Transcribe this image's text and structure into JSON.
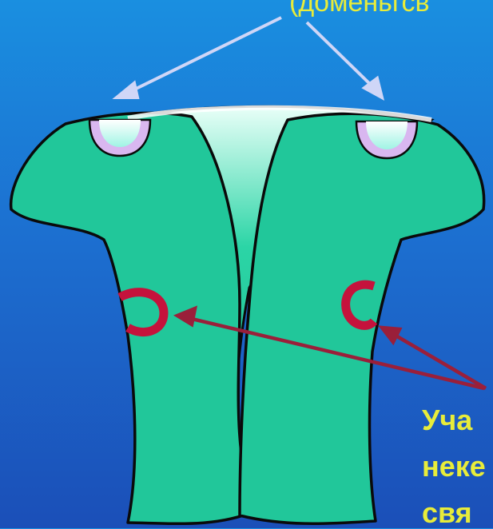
{
  "labels": {
    "top": "(доменьгсв",
    "bottom_lines": [
      "Уча",
      "неке",
      "свя"
    ]
  },
  "colors": {
    "background": "#1b6fd3",
    "subunit_fill": "#21c79a",
    "outline": "#0a0a0a",
    "top_site": "#d9b7f0",
    "side_site": "#c5123c",
    "label_text": "#e8ec3a",
    "pointer_top": "#cfd6f7",
    "pointer_bottom": "#9a1f3a"
  }
}
